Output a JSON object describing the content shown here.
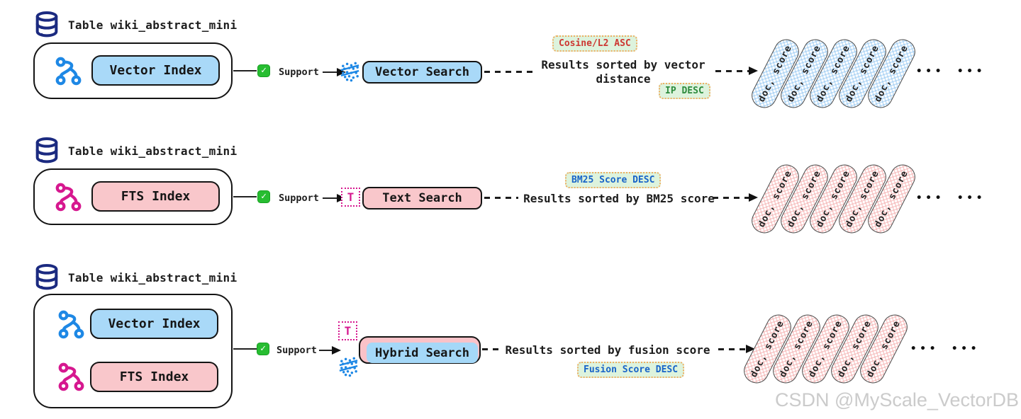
{
  "shared": {
    "support_label": "Support",
    "card_label": "doc, score",
    "ellipsis": "•••",
    "check_glyph": "✓",
    "t_icon_label": "T"
  },
  "rows": [
    {
      "table_title": "Table wiki_abstract_mini",
      "index_labels": [
        "Vector Index"
      ],
      "search_label": "Vector Search",
      "result_text": "Results sorted by vector distance",
      "badge_top": "Cosine/L2 ASC",
      "badge_bottom": "IP DESC"
    },
    {
      "table_title": "Table wiki_abstract_mini",
      "index_labels": [
        "FTS Index"
      ],
      "search_label": "Text Search",
      "result_text": "Results sorted by BM25 score",
      "badge_top": "BM25 Score DESC"
    },
    {
      "table_title": "Table wiki_abstract_mini",
      "index_labels": [
        "Vector Index",
        "FTS Index"
      ],
      "search_label": "Hybrid Search",
      "result_text": "Results sorted by fusion score",
      "badge_bottom": "Fusion Score DESC"
    }
  ],
  "watermark": "CSDN @MyScale_VectorDB",
  "colors": {
    "vector_fill": "#a9d9f8",
    "fts_fill": "#f9c7cb",
    "icon_blue": "#1e88e5",
    "icon_pink": "#d6188f",
    "database_navy": "#1b2a80",
    "check_green": "#27bd31",
    "badge_bg": "#ddf3dd",
    "badge_border": "#efae62",
    "badge_red_text": "#cd3732",
    "badge_green_text": "#2e8b3d",
    "badge_blue_text": "#1864c8",
    "watermark_gray": "#cbcbcb"
  }
}
